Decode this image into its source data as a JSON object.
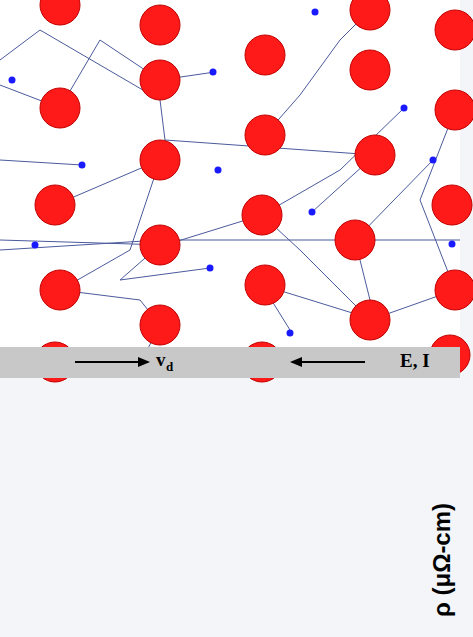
{
  "diagram": {
    "labels": [
      "v",
      "d",
      "E, I",
      "ρ (μΩ-cm)"
    ]
  }
}
